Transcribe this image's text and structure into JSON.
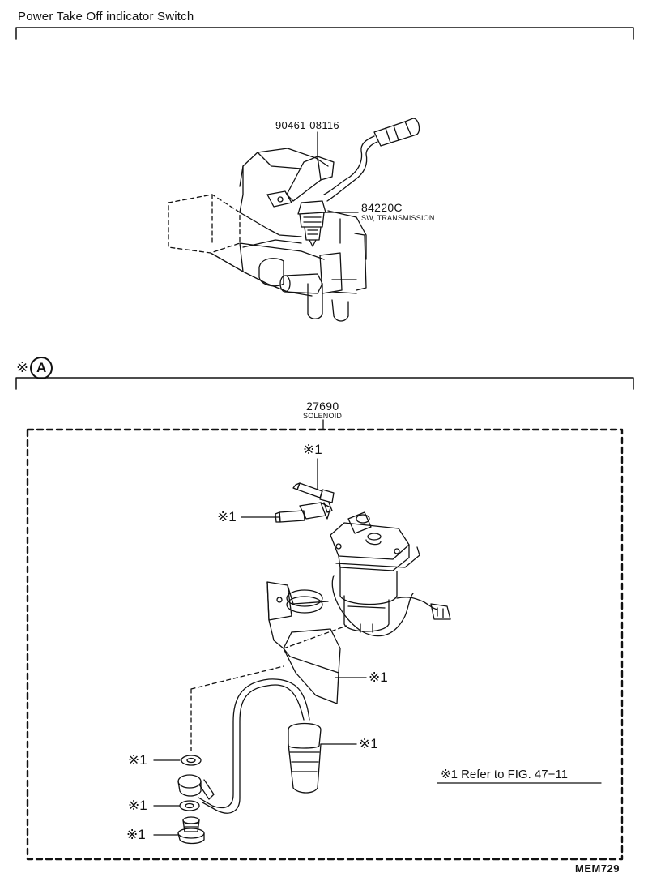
{
  "header": {
    "title": "Power Take Off indicator Switch"
  },
  "section_top": {
    "parts": [
      {
        "number": "90461-08116",
        "name": ""
      },
      {
        "number": "84220C",
        "name": "SW, TRANSMISSION"
      }
    ]
  },
  "section_a": {
    "mark": "※",
    "letter": "A",
    "solenoid": {
      "number": "27690",
      "name": "SOLENOID"
    },
    "callout_text": "※1",
    "refer_note": "※1 Refer to FIG. 47−11"
  },
  "footer": {
    "doc_id": "MEM729"
  }
}
